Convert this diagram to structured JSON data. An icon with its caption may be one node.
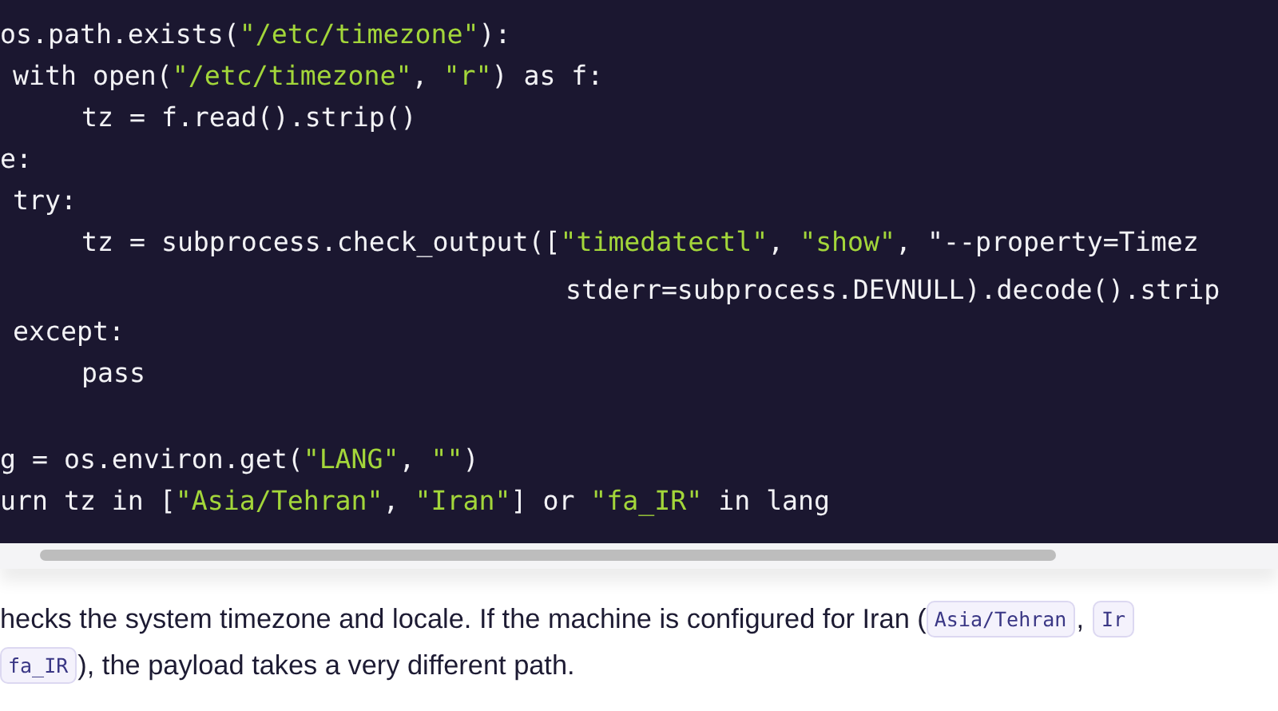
{
  "diagram": {
    "labels": [
      "os.path.exists(\"/etc/timezone\"):",
      "with open(\"/etc/timezone\", \"r\") as f:",
      "tz = f.read().strip()",
      "e:",
      "try:",
      "tz = subprocess.check_output([\"timedatectl\", \"show\", \"--property=Timez",
      "stderr=subprocess.DEVNULL).decode().strip",
      "except:",
      "pass",
      "g = os.environ.get(\"LANG\", \"\")",
      "urn tz in [\"Asia/Tehran\", \"Iran\"] or \"fa_IR\" in lang",
      "hecks the system timezone and locale. If the machine is configured for Iran (",
      "Asia/Tehran",
      ",",
      "Ir",
      "fa_IR",
      "), the payload takes a very different path."
    ]
  }
}
